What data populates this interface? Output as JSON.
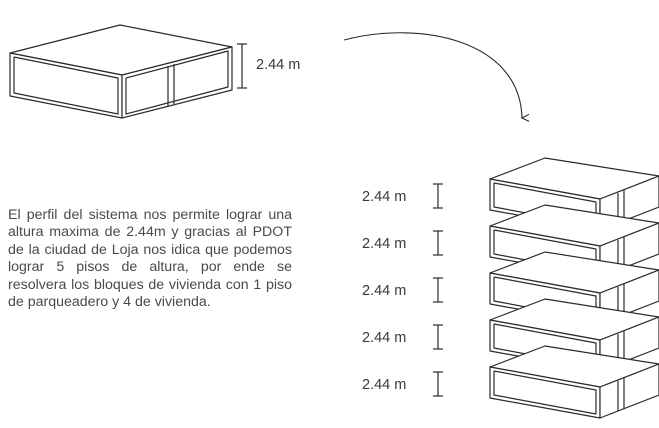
{
  "single_module": {
    "height_label": "2.44 m"
  },
  "stack": {
    "floor_count": 5,
    "floor_labels": [
      "2.44 m",
      "2.44 m",
      "2.44 m",
      "2.44 m",
      "2.44 m"
    ]
  },
  "description": "El perfil del sistema nos permite lograr una altura maxima de 2.44m y gracias al PDOT de la ciudad de Loja nos idica que podemos lograr 5 pisos de altura, por ende se resolvera los bloques de vivienda con 1 piso de parqueadero y 4 de vivienda.",
  "colors": {
    "stroke": "#2b2b2b",
    "text": "#4a4a4a"
  }
}
